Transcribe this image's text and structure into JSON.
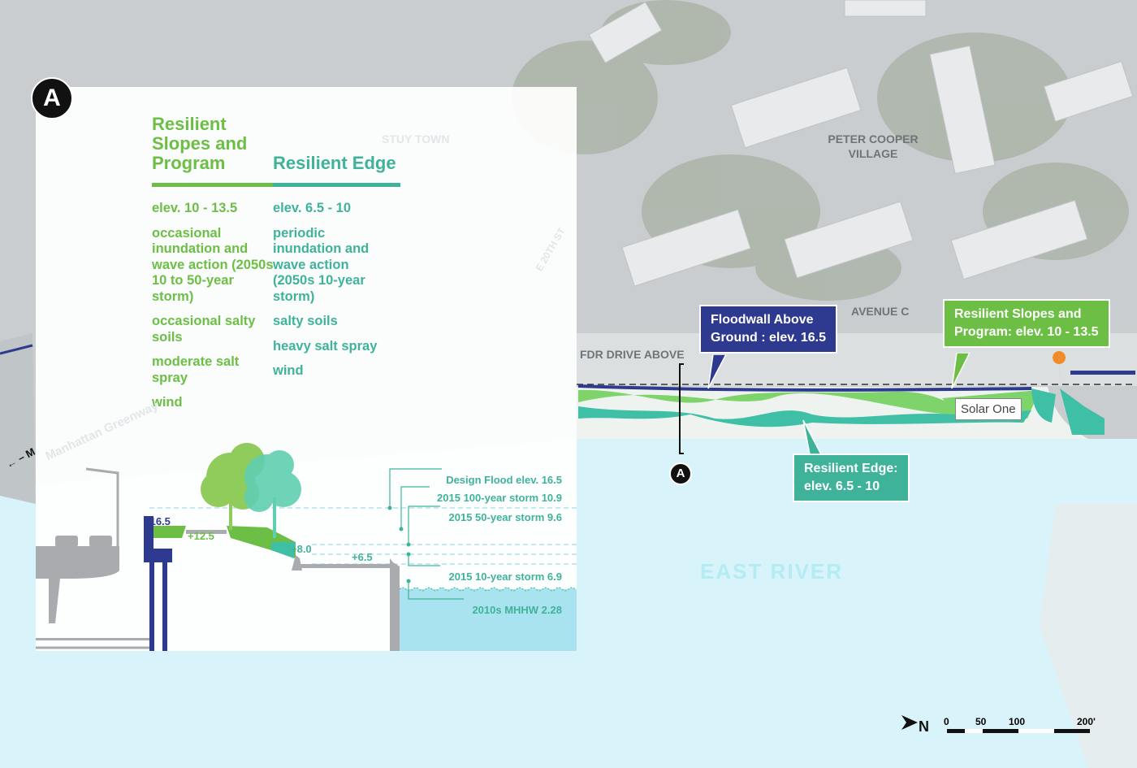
{
  "marker": "A",
  "legend": {
    "slopes": {
      "title": "Resilient Slopes and Program",
      "title_lines": [
        "Resilient",
        "Slopes and",
        "Program"
      ],
      "items": [
        "elev. 10 - 13.5",
        "occasional inundation and wave action (2050s 10 to 50-year storm)",
        "occasional salty soils",
        "moderate salt spray",
        "wind"
      ]
    },
    "edge": {
      "title": "Resilient Edge",
      "items": [
        "elev. 6.5 - 10",
        "periodic inundation and wave action (2050s 10-year storm)",
        "salty soils",
        "heavy salt spray",
        "wind"
      ]
    }
  },
  "section": {
    "elevations": [
      "+16.5",
      "+12.5",
      "+8.0",
      "+6.5"
    ],
    "levels": [
      "Design Flood elev. 16.5",
      "2015 100-year storm 10.9",
      "2015 50-year storm 9.6",
      "2015 10-year storm 6.9",
      "2010s MHHW 2.28"
    ]
  },
  "map": {
    "labels": [
      "PETER COOPER VILLAGE",
      "AVENUE C",
      "FDR DRIVE ABOVE",
      "EAST RIVER",
      "Solar One",
      "STUY TOWN",
      "E 20TH ST",
      "Manhattan Greenway"
    ],
    "greenway_arrow": "← – M"
  },
  "callouts": {
    "floodwall": [
      "Floodwall Above",
      "Ground : elev. 16.5"
    ],
    "slopes": [
      "Resilient Slopes and",
      "Program: elev. 10 - 13.5"
    ],
    "edge": [
      "Resilient Edge:",
      "elev. 6.5 - 10"
    ]
  },
  "scale": {
    "north": "N",
    "ticks": [
      "0",
      "50",
      "100",
      "200'"
    ]
  },
  "colors": {
    "green": "#6cbf44",
    "teal": "#3fb39a",
    "navy": "#2e3a8f",
    "river": "#d8f3f9",
    "section_water": "#a8e3ef"
  }
}
